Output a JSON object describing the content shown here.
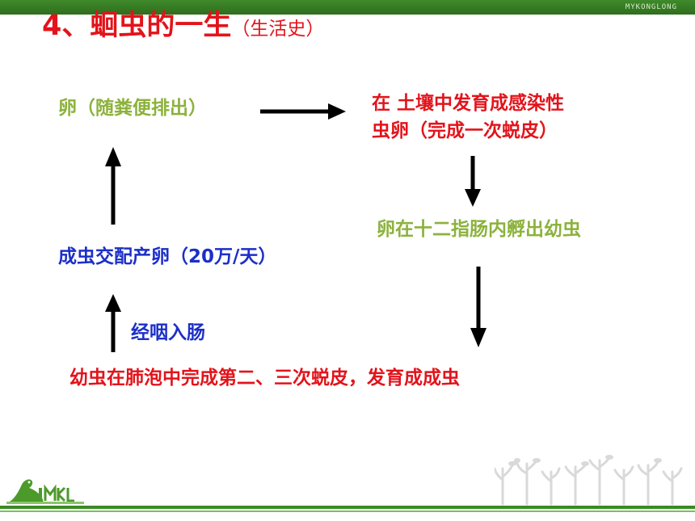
{
  "header": {
    "brand": "MYKONGLONG"
  },
  "title": {
    "main": "4、蛔虫的一生",
    "sub": "（生活史）"
  },
  "steps": {
    "egg_expelled": "卵（随粪便排出）",
    "soil_develop_line1": "在 土壤中发育成感染性",
    "soil_develop_line2": "虫卵（完成一次蜕皮）",
    "duodenum_hatch": "卵在十二指肠内孵出幼虫",
    "adult_mate": "成虫交配产卵（20万/天）",
    "via_throat": "经咽入肠",
    "larva_lung": "幼虫在肺泡中完成第二、三次蜕皮，发育成成虫"
  },
  "colors": {
    "olive": "#8cb23c",
    "red": "#e3131b",
    "blue": "#1c2fc8",
    "green_bar": "#3b8a25"
  },
  "icons": [
    "dinosaur-logo-icon",
    "plant-silhouettes-icon"
  ]
}
